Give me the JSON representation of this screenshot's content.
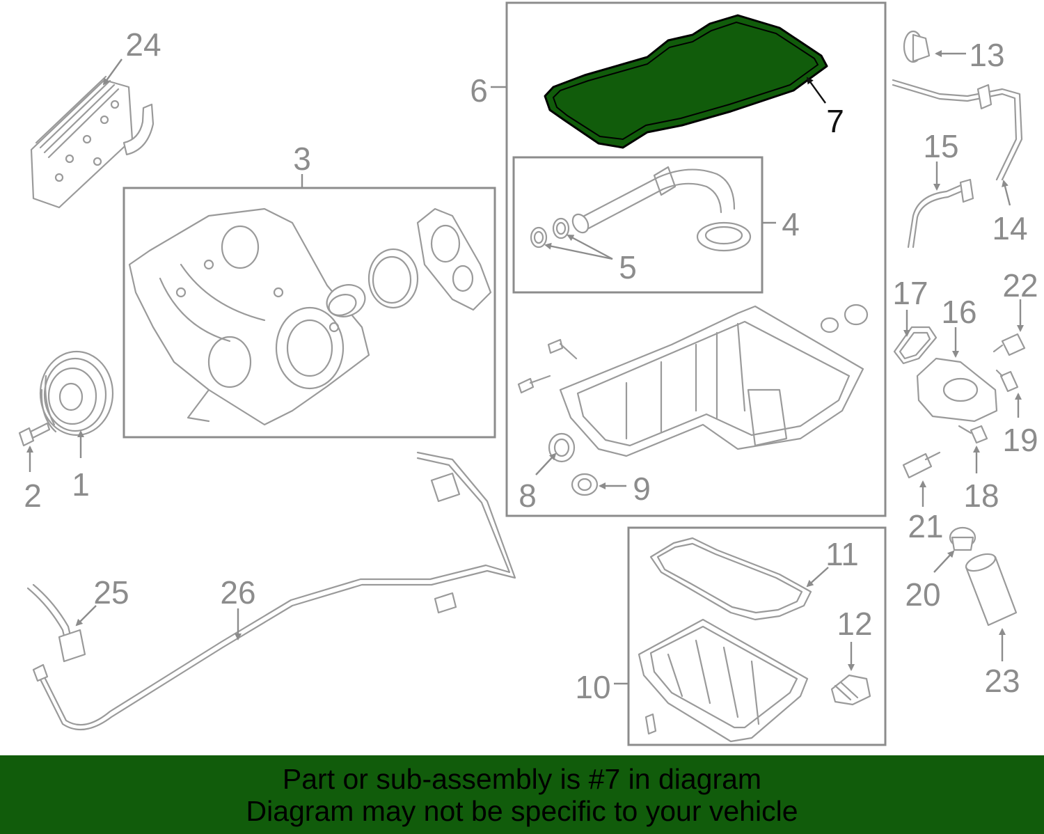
{
  "diagram": {
    "highlighted_part": "7",
    "highlight_color": "#115c0b",
    "line_color": "#8c8c8c",
    "callouts": {
      "c1": "1",
      "c2": "2",
      "c3": "3",
      "c4": "4",
      "c5": "5",
      "c6": "6",
      "c7": "7",
      "c8": "8",
      "c9": "9",
      "c10": "10",
      "c11": "11",
      "c12": "12",
      "c13": "13",
      "c14": "14",
      "c15": "15",
      "c16": "16",
      "c17": "17",
      "c18": "18",
      "c19": "19",
      "c20": "20",
      "c21": "21",
      "c22": "22",
      "c23": "23",
      "c24": "24",
      "c25": "25",
      "c26": "26"
    }
  },
  "banner": {
    "background": "#115c0b",
    "line1": "Part or sub-assembly is #7 in diagram",
    "line2": "Diagram may not be specific to your vehicle"
  }
}
